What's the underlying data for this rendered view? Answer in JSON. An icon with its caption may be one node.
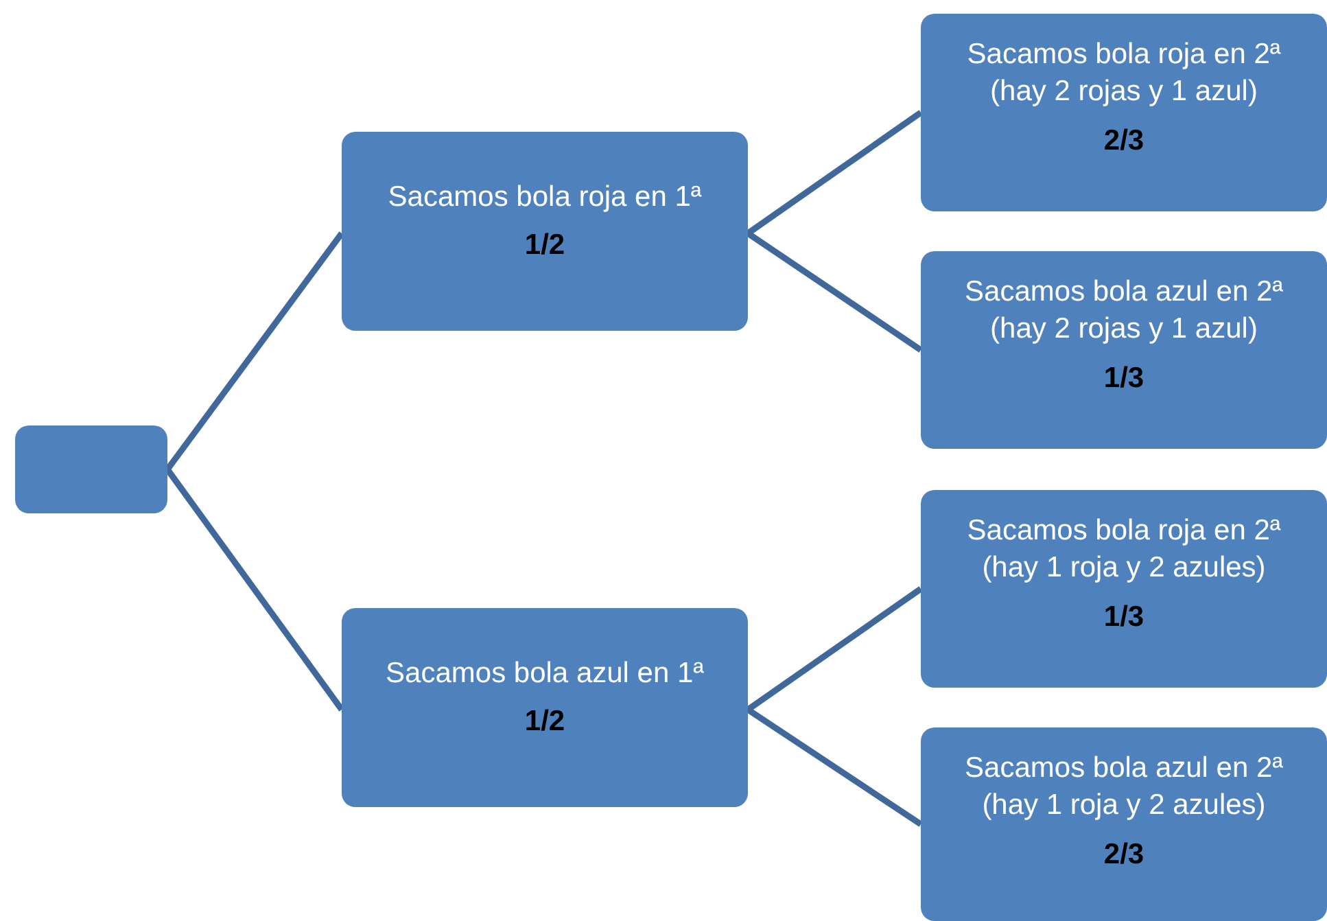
{
  "diagram": {
    "nodes": [
      {
        "text": [],
        "shape": "box"
      },
      {
        "text": [
          "Sacamos bola roja en 1ª",
          "1/2"
        ]
      },
      {
        "text": [
          "Sacamos bola azul en 1ª",
          "1/2"
        ]
      },
      {
        "text": [
          "Sacamos bola roja en 2ª (hay 2 rojas y 1 azul)",
          "2/3"
        ]
      },
      {
        "text": [
          "Sacamos bola azul en 2ª (hay 2 rojas y 1 azul)",
          "1/3"
        ]
      },
      {
        "text": [
          "Sacamos bola roja en 2ª (hay 1 roja y 2 azules)",
          "1/3"
        ]
      },
      {
        "text": [
          "Sacamos bola azul en 2ª (hay 1 roja y 2 azules)",
          "2/3"
        ]
      }
    ],
    "edges": [
      {
        "from": 0,
        "to": 1,
        "arrow": "none"
      },
      {
        "from": 0,
        "to": 2,
        "arrow": "none"
      },
      {
        "from": 1,
        "to": 3,
        "arrow": "none"
      },
      {
        "from": 1,
        "to": 4,
        "arrow": "none"
      },
      {
        "from": 2,
        "to": 5,
        "arrow": "none"
      },
      {
        "from": 2,
        "to": 6,
        "arrow": "none"
      }
    ]
  }
}
